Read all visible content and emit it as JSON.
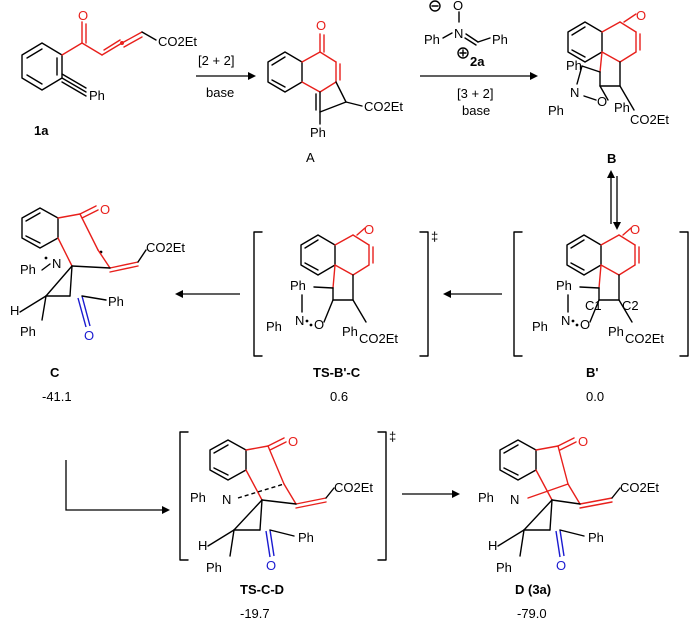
{
  "row1": {
    "sm_label": "1a",
    "sm_subst_co2et": "CO2Et",
    "sm_subst_ph": "Ph",
    "arrow1_top": "[2 + 2]",
    "arrow1_bottom": "base",
    "A_label": "A",
    "A_co2et": "CO2Et",
    "A_ph": "Ph",
    "reagent_ph1": "Ph",
    "reagent_n": "N",
    "reagent_o": "O",
    "reagent_ph2": "Ph",
    "reagent_label": "2a",
    "arrow2_bottom1": "[3 + 2]",
    "arrow2_bottom2": "base",
    "B_label": "B",
    "B_ph1": "Ph",
    "B_n": "N",
    "B_ph2": "Ph",
    "B_o": "O",
    "B_ph3": "Ph",
    "B_co2et": "CO2Et"
  },
  "row2": {
    "Bp_label": "B'",
    "Bp_energy": "0.0",
    "Bp_c1": "C1",
    "Bp_c2": "C2",
    "Bp_ph1": "Ph",
    "Bp_n": "N",
    "Bp_ph2": "Ph",
    "Bp_o": "O",
    "Bp_ph3": "Ph",
    "Bp_co2et": "CO2Et",
    "TS1_label": "TS-B'-C",
    "TS1_energy": "0.6",
    "TS1_ph1": "Ph",
    "TS1_n": "N",
    "TS1_ph2": "Ph",
    "TS1_o": "O",
    "TS1_ph3": "Ph",
    "TS1_co2et": "CO2Et",
    "C_label": "C",
    "C_energy": "-41.1",
    "C_ph1": "Ph",
    "C_n": "N",
    "C_h": "H",
    "C_ph2": "Ph",
    "C_ph3": "Ph",
    "C_co2et": "CO2Et",
    "dagger": "‡"
  },
  "row3": {
    "TS2_label": "TS-C-D",
    "TS2_energy": "-19.7",
    "TS2_ph1": "Ph",
    "TS2_n": "N",
    "TS2_h": "H",
    "TS2_ph2": "Ph",
    "TS2_ph3": "Ph",
    "TS2_co2et": "CO2Et",
    "D_label": "D (3a)",
    "D_energy": "-79.0",
    "D_ph1": "Ph",
    "D_n": "N",
    "D_h": "H",
    "D_ph2": "Ph",
    "D_ph3": "Ph",
    "D_co2et": "CO2Et",
    "dagger": "‡"
  }
}
